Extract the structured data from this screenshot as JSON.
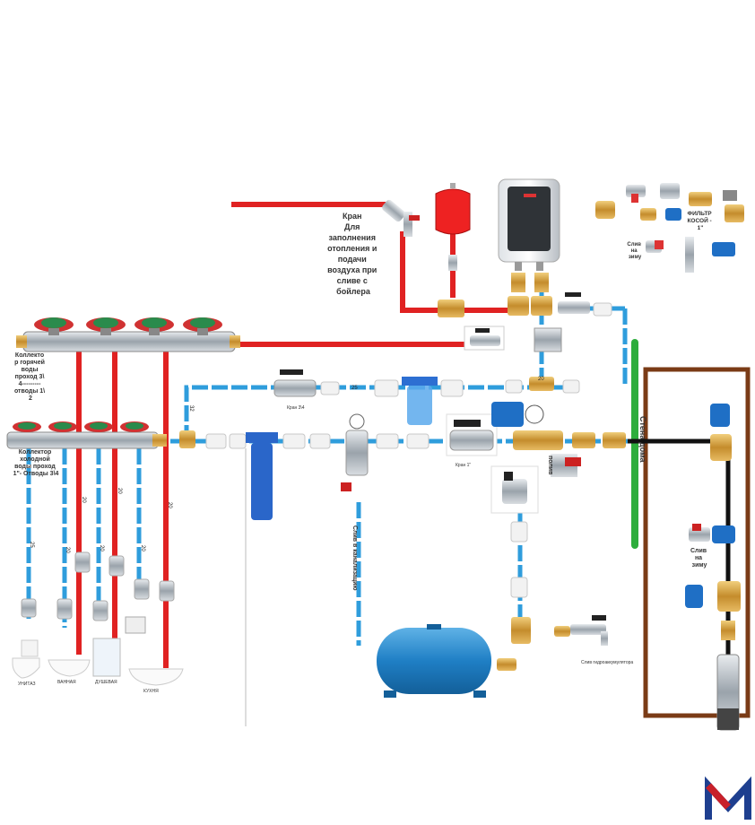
{
  "labels": {
    "kran_boiler": [
      "Кран",
      "Для",
      "заполнения",
      "отопления и",
      "подачи",
      "воздуха при",
      "сливе с",
      "бойлера"
    ],
    "hot_collector": [
      "Коллекто",
      "р горячей",
      "воды",
      "проход 3\\",
      "4---------",
      "отводы 1\\",
      "2"
    ],
    "cold_collector": [
      "Коллектор",
      "холодной",
      "воды проход",
      "1\"- Отводы 3\\4"
    ],
    "filter_kosoy": [
      "ФИЛЬТР",
      "КОСОЙ -",
      "1\""
    ],
    "sliv_na_zimu_top": [
      "Слив",
      "на",
      "зиму"
    ],
    "sliv_na_zimu_right": [
      "Слив",
      "на",
      "зиму"
    ],
    "stena_doma": "Стена дома",
    "poliv": "полив",
    "sliv_kanal": "Слив в канализацию",
    "sliv_gidro": "Слив гидроаккумулятора",
    "kran_34": "Кран 3\\4",
    "kran_1": "Кран 1\"",
    "pipe_25_top": "25",
    "pipe_25_cold": "25",
    "pipe_32": "32",
    "pipe_20_a": "20",
    "pipe_20_b": "20",
    "pipe_20_c": "20",
    "pipe_20_d": "20",
    "pipe_20_e": "20",
    "pipe_20_f": "20",
    "pipe_20_g": "20",
    "fixtures": [
      "УНИТАЗ",
      "ВАННАЯ",
      "ДУШЕВАЯ",
      "КУХНЯ"
    ],
    "logo": "M"
  },
  "colors": {
    "hot": "#e02222",
    "cold": "#2f9ddc",
    "wall": "#2dad3c",
    "well": "#7a3b16",
    "black_pipe": "#111111",
    "brass": "#c99a3a",
    "logo_red": "#c8202a",
    "logo_blue": "#1e3f8f"
  },
  "icons": [
    "manifold-valve-icon",
    "ball-valve-icon",
    "boiler-icon",
    "expansion-tank-icon",
    "hydroaccumulator-icon",
    "filter-icon",
    "pressure-gauge-icon",
    "pressure-switch-icon",
    "pump-icon",
    "toilet-icon",
    "sink-icon",
    "shower-icon"
  ]
}
